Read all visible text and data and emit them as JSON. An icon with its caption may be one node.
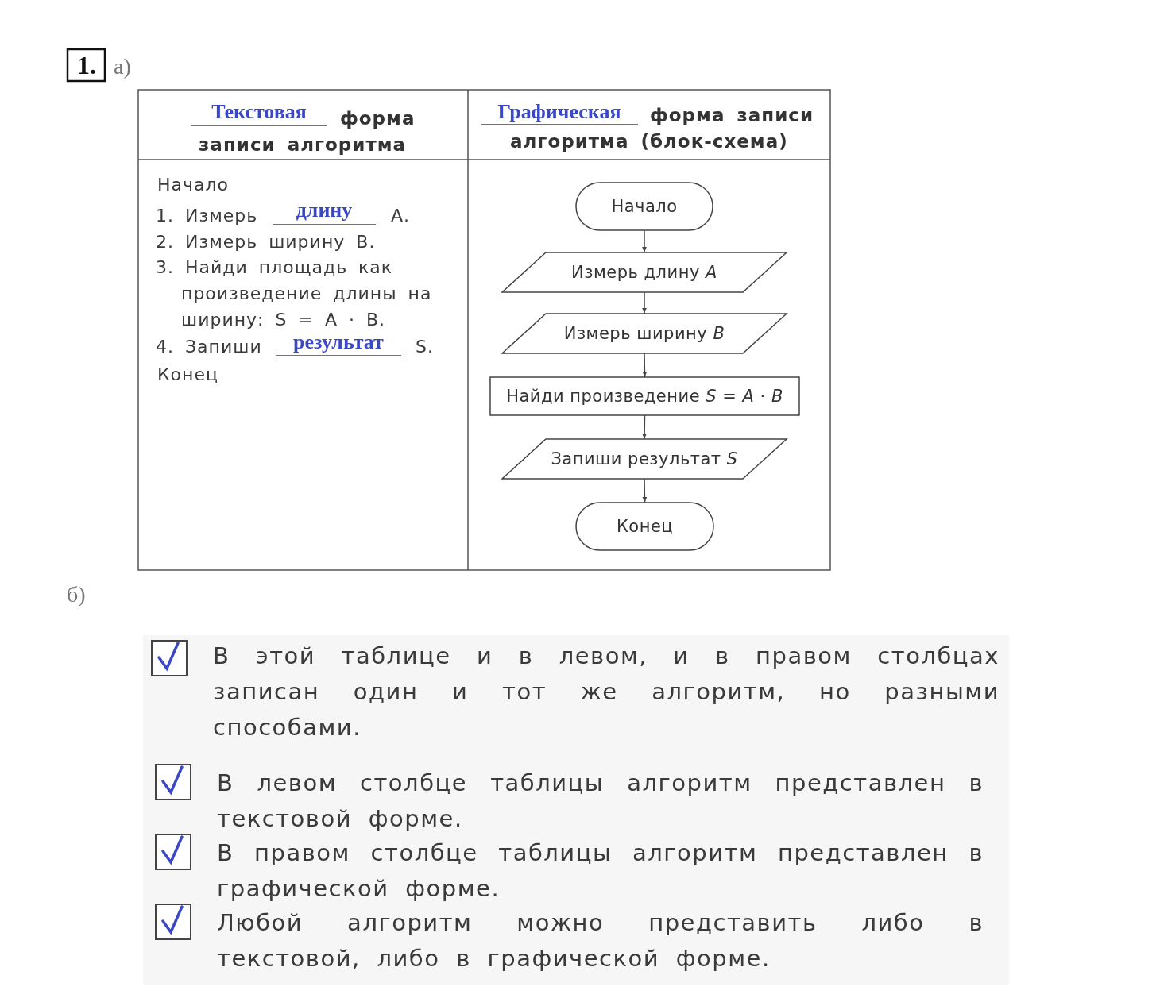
{
  "diagram": {
    "nodes": [
      {
        "text": [
          "Начало"
        ]
      },
      {
        "text": [
          "Измерь длину *A*"
        ]
      },
      {
        "text": [
          "Измерь ширину *B*"
        ]
      },
      {
        "text": [
          "Найди произведение *S* = *A* · *B*"
        ]
      },
      {
        "text": [
          "Запиши результат *S*"
        ]
      },
      {
        "text": [
          "Конец"
        ]
      }
    ],
    "edges": [
      {
        "from": 0,
        "to": 1,
        "arrow": "to"
      },
      {
        "from": 1,
        "to": 2,
        "arrow": "to"
      },
      {
        "from": 2,
        "to": 3,
        "arrow": "to"
      },
      {
        "from": 3,
        "to": 4,
        "arrow": "to"
      },
      {
        "from": 4,
        "to": 5,
        "arrow": "to"
      }
    ],
    "labels": [
      "1.",
      "а)",
      "Текстовая",
      "форма записи алгоритма",
      "Графическая",
      "форма записи алгоритма (блок-схема)",
      "Начало",
      "1. Измерь",
      "длину",
      "А.",
      "2. Измерь ширину В.",
      "3. Найди площадь как произведение длины на ширину: S = A · B.",
      "4. Запиши",
      "результат",
      "S.",
      "Конец",
      "б)",
      "В этой таблице и в левом, и в правом столбцах записан один и тот же алгоритм, но разными способами.",
      "В левом столбце таблицы алгоритм представлен в текстовой форме.",
      "В правом столбце таблицы алгоритм представлен в графической форме.",
      "Любой алгоритм можно представить либо в текстовой, либо в графической форме."
    ]
  }
}
